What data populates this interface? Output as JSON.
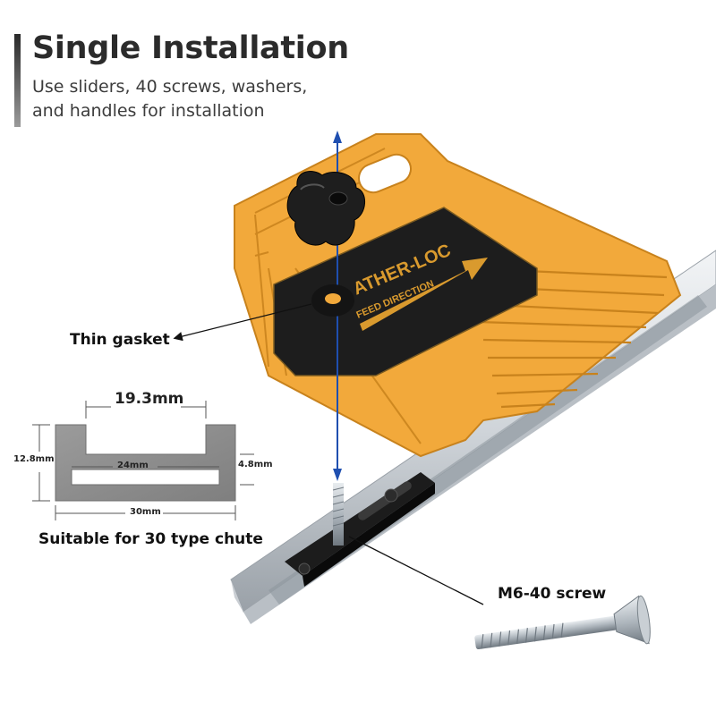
{
  "header": {
    "title": "Single Installation",
    "subtitle": "Use sliders, 40 screws, washers, and handles for installation"
  },
  "featherboard": {
    "brand_text": "ATHER-LOC",
    "direction_text": "FEED DIRECTION"
  },
  "callouts": {
    "gasket": "Thin gasket",
    "screw": "M6-40 screw",
    "chute": "Suitable for 30 type chute"
  },
  "profile_dimensions": {
    "top_width": "19.3mm",
    "inner_width": "24mm",
    "outer_width": "30mm",
    "height": "12.8mm",
    "depth": "4.8mm"
  },
  "colors": {
    "featherboard": "#f2a93b",
    "featherboard_dark": "#c8821c",
    "rail": "#d4d8dc",
    "axis_line": "#1f4fb0",
    "profile_grey": "#8e8e8e"
  }
}
